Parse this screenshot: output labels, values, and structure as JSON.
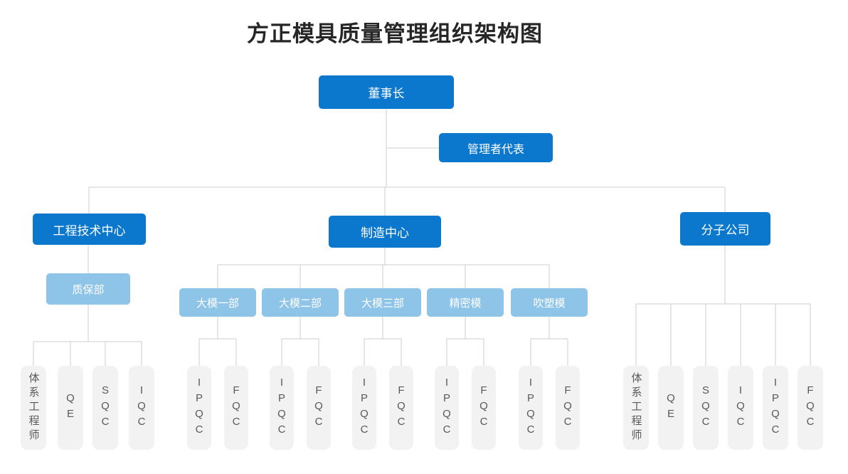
{
  "page_title": "方正模具质量管理组织架构图",
  "colors": {
    "primary_blue": "#0b78cd",
    "light_blue": "#8ec4e8",
    "gray_box_fill": "#f2f2f2",
    "gray_box_text": "#595959",
    "connector_line": "#cccccc",
    "title_text": "#262626"
  },
  "org": {
    "root": "董事长",
    "management_rep": "管理者代表",
    "engineering_center": "工程技术中心",
    "qa_dept": "质保部",
    "qa_teams": [
      "体系工程师",
      "QE",
      "SQC",
      "IQC"
    ],
    "manufacturing_center": "制造中心",
    "mfg_depts": [
      {
        "label": "大模一部",
        "children": [
          "IPQC",
          "FQC"
        ]
      },
      {
        "label": "大模二部",
        "children": [
          "IPQC",
          "FQC"
        ]
      },
      {
        "label": "大模三部",
        "children": [
          "IPQC",
          "FQC"
        ]
      },
      {
        "label": "精密模",
        "children": [
          "IPQC",
          "FQC"
        ]
      },
      {
        "label": "吹塑模",
        "children": [
          "IPQC",
          "FQC"
        ]
      }
    ],
    "subsidiary": "分子公司",
    "subsidiary_teams": [
      "体系工程师",
      "QE",
      "SQC",
      "IQC",
      "IPQC",
      "FQC"
    ]
  }
}
